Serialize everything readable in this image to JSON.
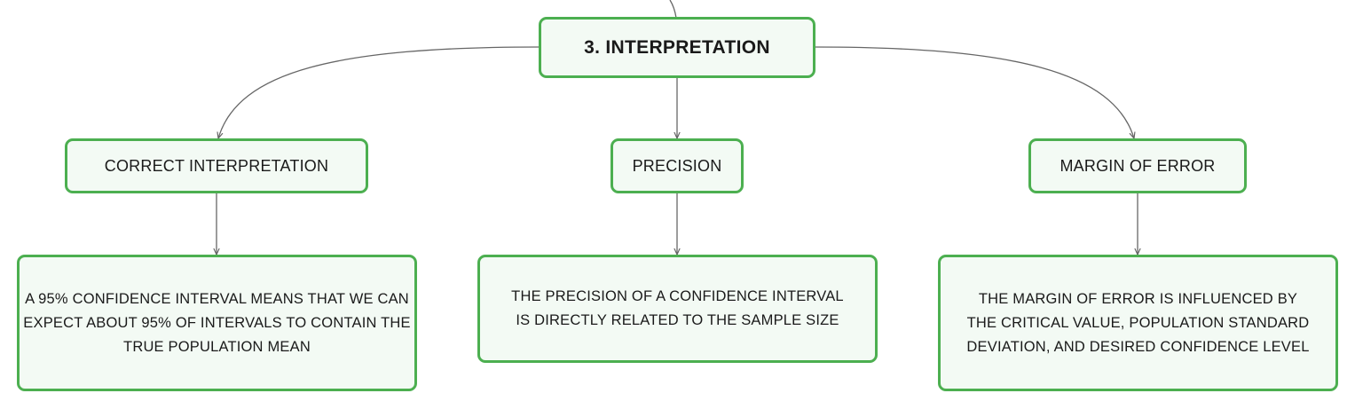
{
  "root": {
    "label": "3. INTERPRETATION"
  },
  "branches": [
    {
      "label": "CORRECT INTERPRETATION",
      "detail": "A 95% CONFIDENCE INTERVAL MEANS THAT WE CAN EXPECT ABOUT 95% OF INTERVALS TO CONTAIN THE TRUE POPULATION MEAN"
    },
    {
      "label": "PRECISION",
      "detail": "THE PRECISION OF A CONFIDENCE INTERVAL IS DIRECTLY RELATED TO THE SAMPLE SIZE"
    },
    {
      "label": "MARGIN OF ERROR",
      "detail": "THE MARGIN OF ERROR IS INFLUENCED BY THE CRITICAL VALUE, POPULATION STANDARD DEVIATION, AND DESIRED CONFIDENCE LEVEL"
    }
  ],
  "colors": {
    "border": "#4caf50",
    "fill": "#f3faf4",
    "connector": "#666666"
  }
}
